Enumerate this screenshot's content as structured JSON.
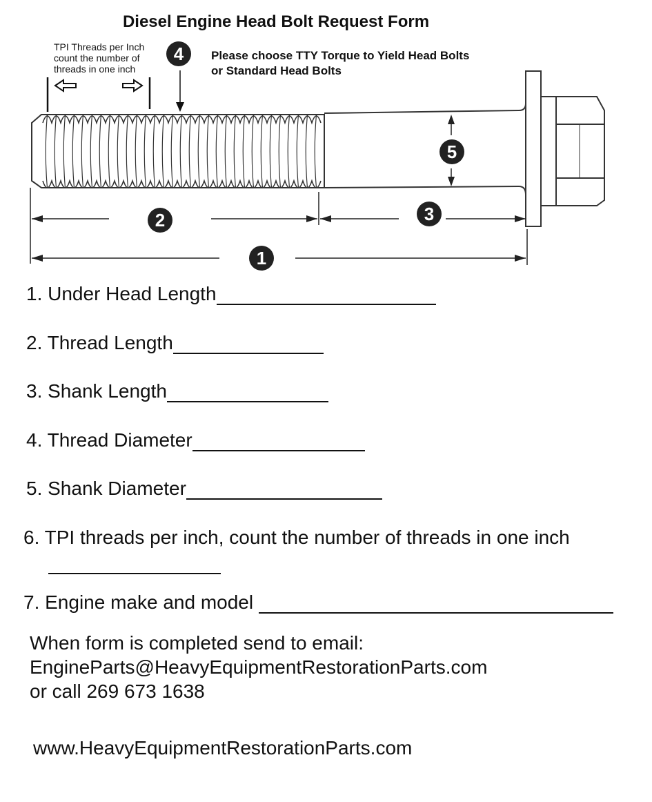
{
  "title": "Diesel Engine Head Bolt Request Form",
  "tpi_note": {
    "line1": "TPI Threads per Inch",
    "line2": "count the number of",
    "line3": "threads in one inch"
  },
  "choose_note": {
    "line1": "Please choose TTY Torque to Yield Head Bolts",
    "line2": "or Standard Head Bolts"
  },
  "diagram_markers": {
    "m1": "1",
    "m2": "2",
    "m3": "3",
    "m4": "4",
    "m5": "5"
  },
  "fields": [
    {
      "label": "1. Under Head Length"
    },
    {
      "label": "2. Thread Length"
    },
    {
      "label": "3. Shank Length"
    },
    {
      "label": "4. Thread Diameter"
    },
    {
      "label": "5. Shank Diameter"
    },
    {
      "label": "6. TPI threads per inch, count the number of threads in one inch"
    },
    {
      "label": "7. Engine make and model "
    }
  ],
  "contact": {
    "line1": "When form is completed send to email:",
    "line2": "EngineParts@HeavyEquipmentRestorationParts.com",
    "line3": "or call 269 673 1638"
  },
  "website": "www.HeavyEquipmentRestorationParts.com"
}
